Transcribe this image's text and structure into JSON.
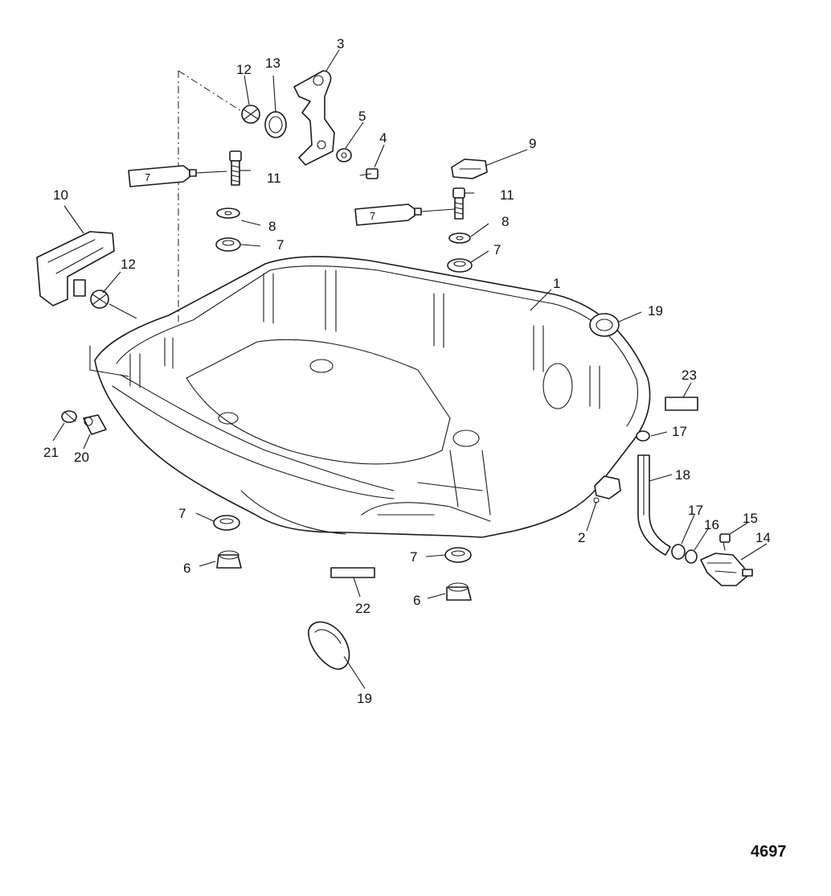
{
  "figure_number": "4697",
  "tube_label": "7",
  "callouts": {
    "c1": "1",
    "c2": "2",
    "c3": "3",
    "c4": "4",
    "c5": "5",
    "c6a": "6",
    "c6b": "6",
    "c7a": "7",
    "c7b": "7",
    "c7c": "7",
    "c7d": "7",
    "c8a": "8",
    "c8b": "8",
    "c9": "9",
    "c10": "10",
    "c11a": "11",
    "c11b": "11",
    "c12a": "12",
    "c12b": "12",
    "c13": "13",
    "c14": "14",
    "c15": "15",
    "c16": "16",
    "c17a": "17",
    "c17b": "17",
    "c18": "18",
    "c19a": "19",
    "c19b": "19",
    "c20": "20",
    "c21": "21",
    "c22": "22",
    "c23": "23"
  }
}
